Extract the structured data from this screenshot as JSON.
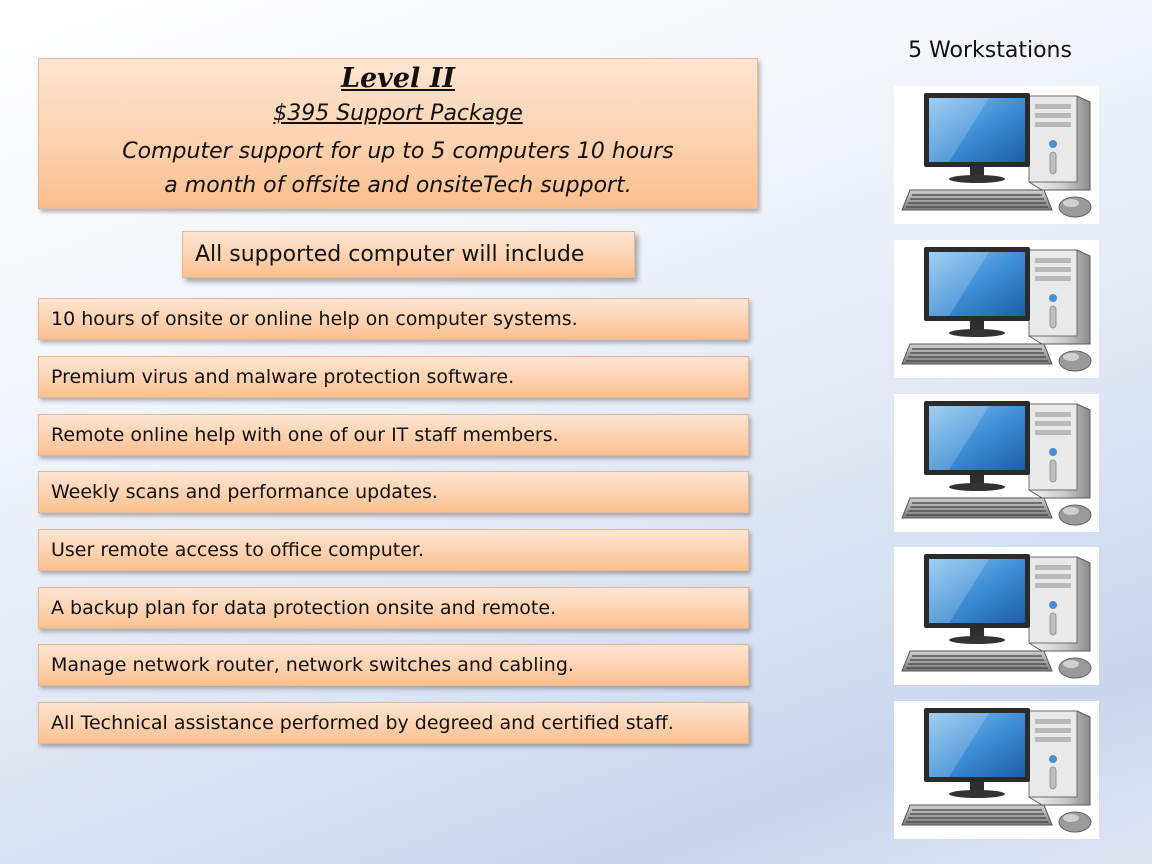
{
  "header": {
    "title": "Level II",
    "subtitle": "$395 Support Package",
    "description_line1": "Computer support for up to 5 computers 10 hours",
    "description_line2": "a month of offsite and onsiteTech support."
  },
  "include_label": "All supported  computer will include",
  "features": [
    "10 hours of onsite or online help on computer systems.",
    "Premium virus and malware protection software.",
    "Remote online help with one of our IT staff members.",
    "Weekly scans and performance updates.",
    "User remote access to office computer.",
    "A backup plan for data protection onsite and remote.",
    "Manage network router, network switches and cabling.",
    "All Technical assistance performed by degreed and certified staff."
  ],
  "workstations": {
    "title": "5 Workstations",
    "count": 5,
    "icon": "desktop-computer-icon"
  },
  "colors": {
    "box_top": "#fde5d2",
    "box_bottom": "#fbbf8e",
    "screen": "#3f8fd6"
  }
}
